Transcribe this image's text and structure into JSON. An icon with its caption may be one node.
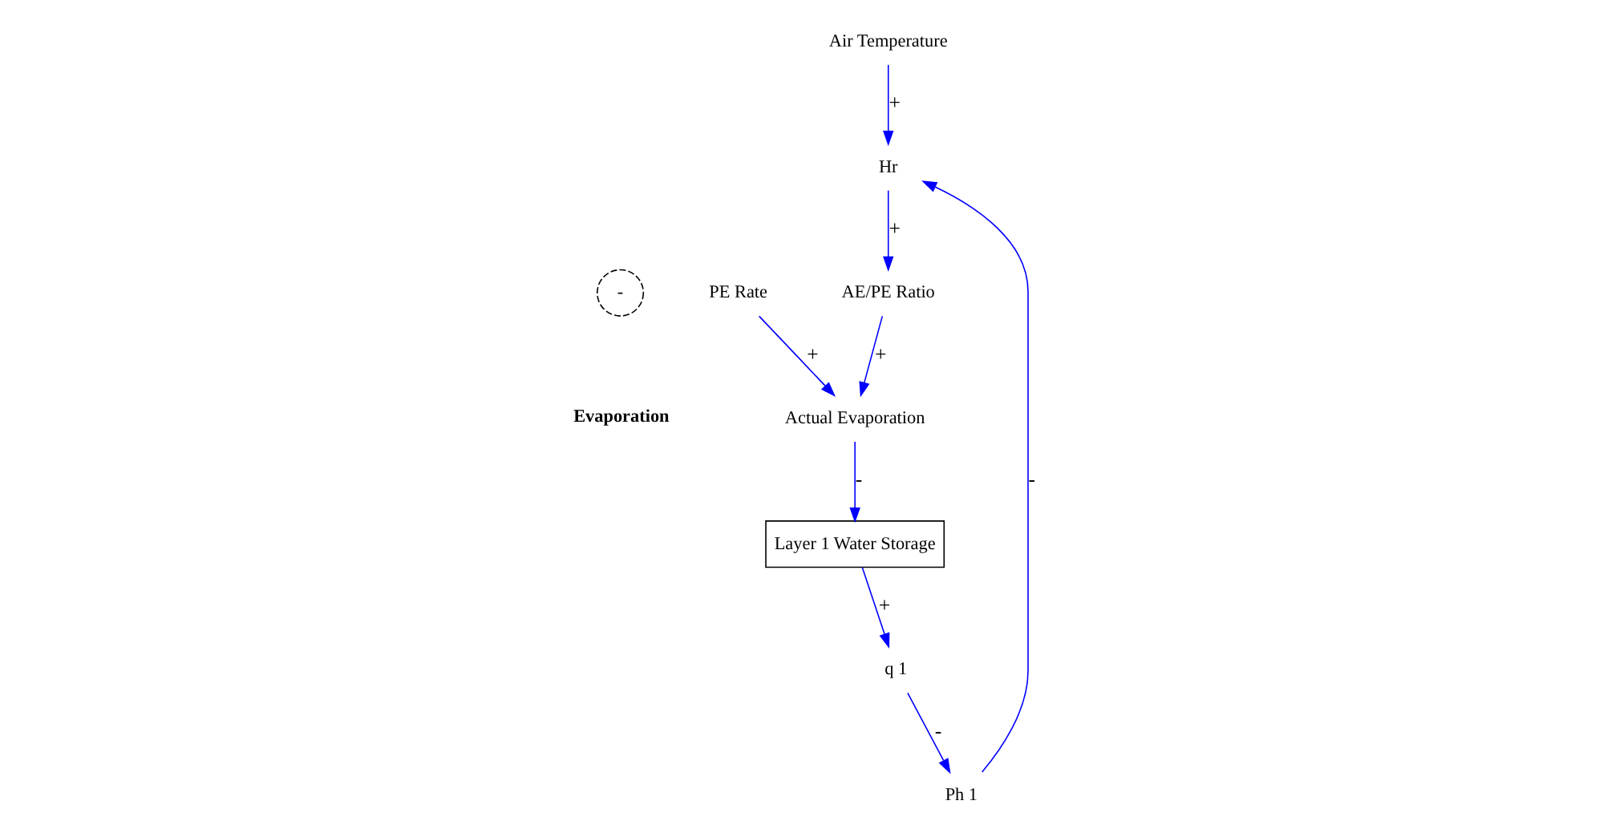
{
  "diagram": {
    "nodes": [
      {
        "text": [
          "Air Temperature"
        ]
      },
      {
        "text": [
          "AE/PE Ratio"
        ]
      },
      {
        "text": [
          "Actual Evaporation"
        ]
      },
      {
        "text": [
          "PE Rate"
        ]
      },
      {
        "text": [
          "Hr"
        ]
      },
      {
        "text": [
          "Layer 1 Water Storage"
        ]
      },
      {
        "text": [
          "Ph 1"
        ]
      },
      {
        "text": [
          "q 1"
        ]
      }
    ],
    "edges": [
      {
        "from": 0,
        "to": 4,
        "arrow": "to",
        "label": "+"
      },
      {
        "from": 4,
        "to": 1,
        "arrow": "to",
        "label": "+"
      },
      {
        "from": 1,
        "to": 2,
        "arrow": "to",
        "label": "+"
      },
      {
        "from": 3,
        "to": 2,
        "arrow": "to",
        "label": "+"
      },
      {
        "from": 2,
        "to": 5,
        "arrow": "to",
        "label": "-"
      },
      {
        "from": 5,
        "to": 7,
        "arrow": "to",
        "label": "+"
      },
      {
        "from": 7,
        "to": 6,
        "arrow": "to",
        "label": "-"
      },
      {
        "from": 6,
        "to": 4,
        "arrow": "to",
        "label": "-"
      }
    ],
    "labels": [
      "-",
      "Evaporation"
    ]
  }
}
